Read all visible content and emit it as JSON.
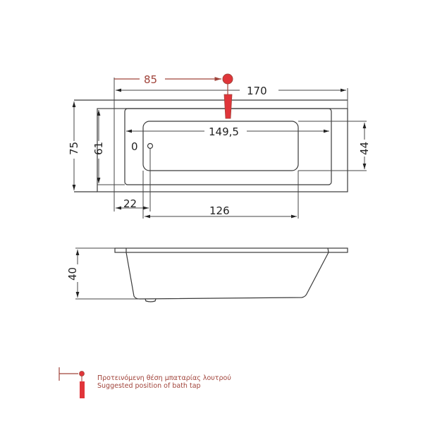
{
  "drawing": {
    "top_view": {
      "overall_length": "170",
      "inner_length": "149,5",
      "tap_offset": "85",
      "overall_width": "75",
      "inner_width": "61",
      "floor_width": "44",
      "drain_offset": "22",
      "floor_length": "126",
      "drain_label": "0"
    },
    "side_view": {
      "height": "40"
    },
    "colors": {
      "line": "#3a3a3a",
      "tap_red": "#e0353a",
      "tap_dim": "#a0433a"
    }
  },
  "legend": {
    "line1": "Προτεινόμενη θέση μπαταρίας λουτρού",
    "line2": "Suggested position of bath tap"
  }
}
